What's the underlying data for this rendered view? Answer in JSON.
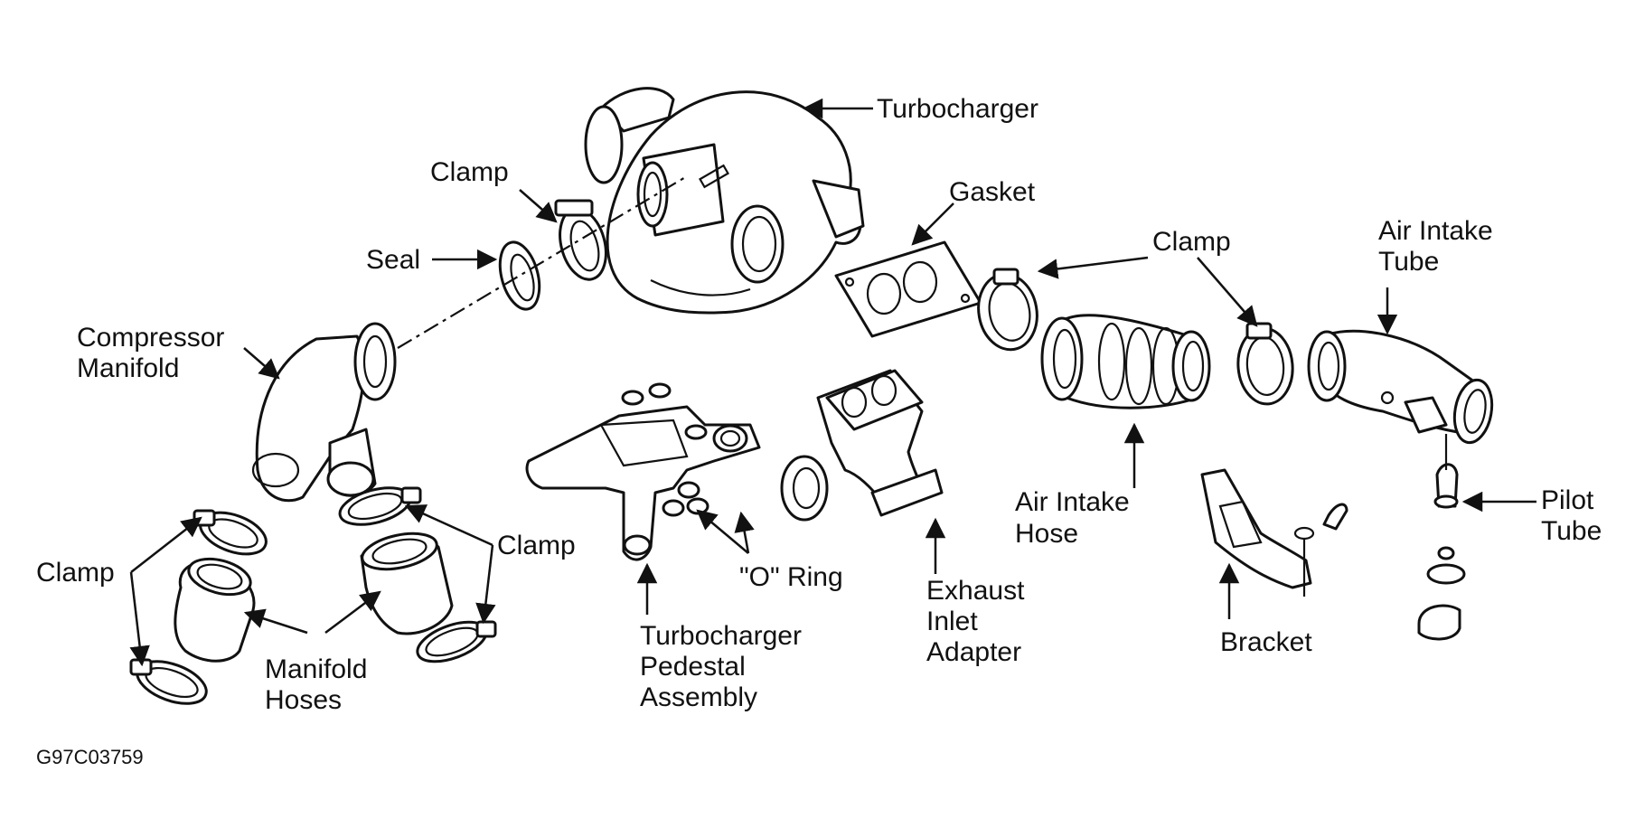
{
  "labels": {
    "turbocharger": "Turbocharger",
    "clamp_top": "Clamp",
    "seal": "Seal",
    "gasket": "Gasket",
    "clamp_right": "Clamp",
    "air_intake_tube_1": "Air Intake",
    "air_intake_tube_2": "Tube",
    "compressor_manifold_1": "Compressor",
    "compressor_manifold_2": "Manifold",
    "clamp_mid": "Clamp",
    "clamp_left": "Clamp",
    "o_ring": "\"O\" Ring",
    "air_intake_hose_1": "Air Intake",
    "air_intake_hose_2": "Hose",
    "pilot_tube_1": "Pilot",
    "pilot_tube_2": "Tube",
    "exhaust_inlet_1": "Exhaust",
    "exhaust_inlet_2": "Inlet",
    "exhaust_inlet_3": "Adapter",
    "pedestal_1": "Turbocharger",
    "pedestal_2": "Pedestal",
    "pedestal_3": "Assembly",
    "manifold_hoses_1": "Manifold",
    "manifold_hoses_2": "Hoses",
    "bracket": "Bracket"
  },
  "figure_code": "G97C03759"
}
